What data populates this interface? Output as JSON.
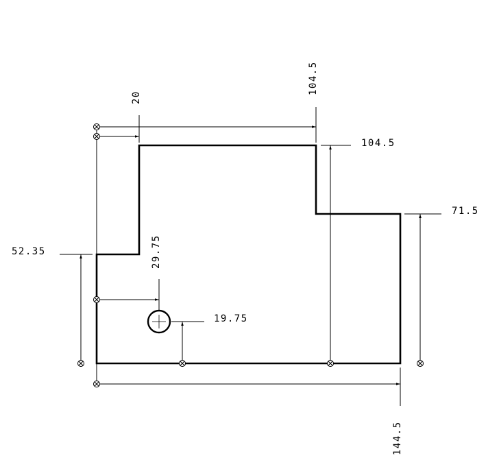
{
  "dimensions": {
    "top_width": "104.5",
    "top_right_height": "104.5",
    "step_right_height": "71.5",
    "step_left_height": "52.35",
    "step_left_offset": "20",
    "hole_x_offset": "29.75",
    "hole_y_offset": "19.75",
    "overall_width": "144.5"
  },
  "colors": {
    "ink": "#000000",
    "paper": "#ffffff"
  }
}
